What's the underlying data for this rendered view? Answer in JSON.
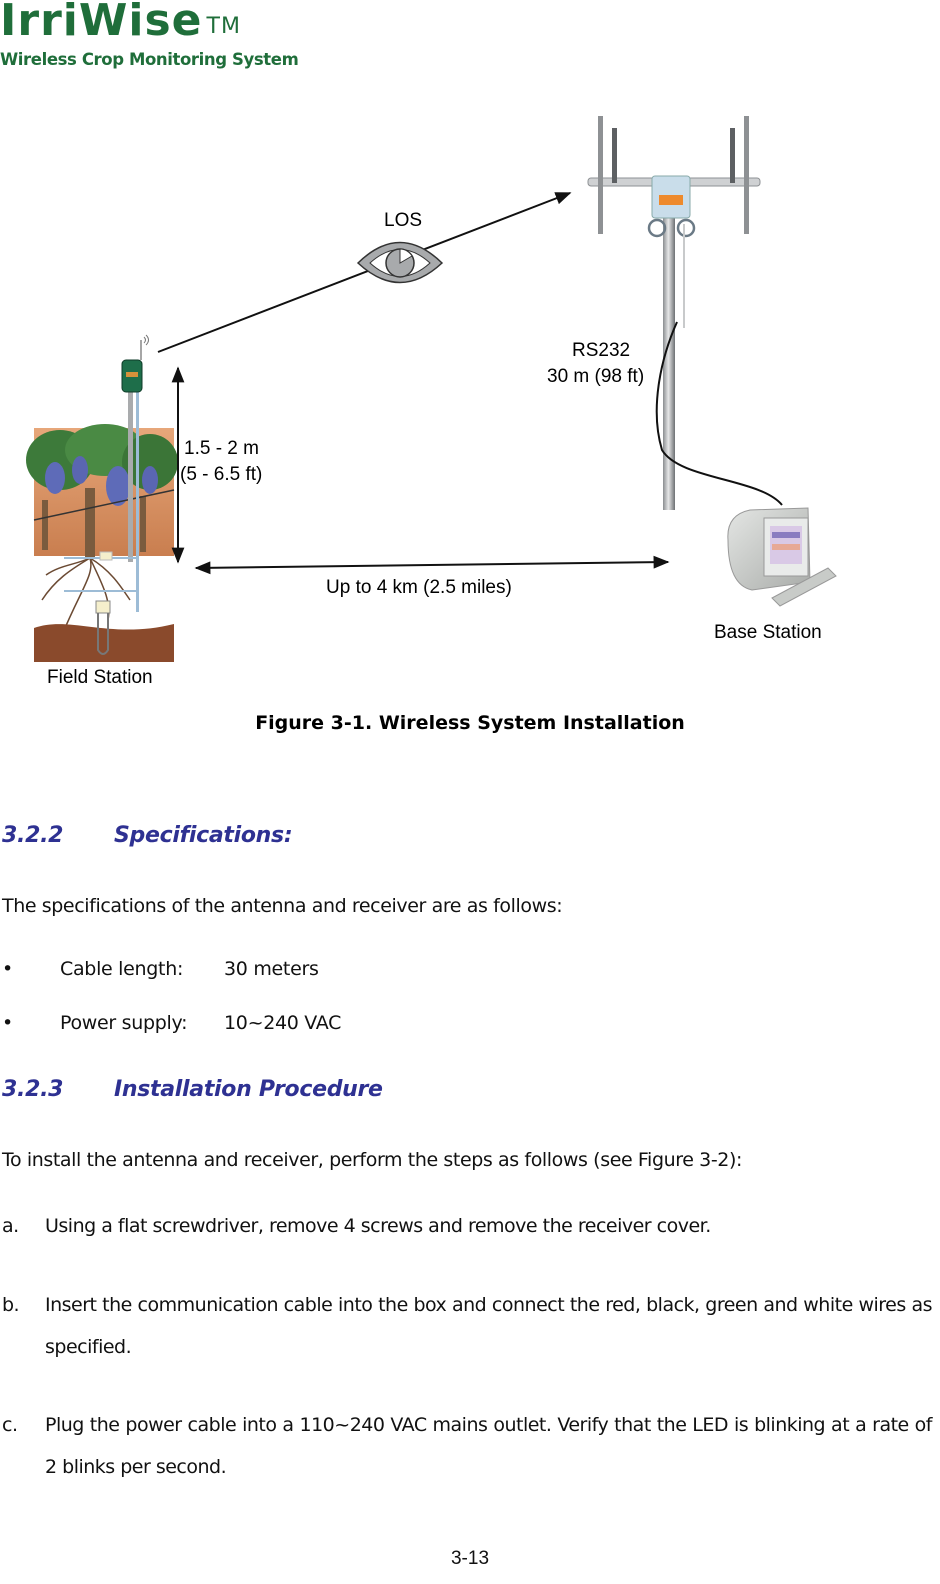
{
  "header": {
    "logo_title": "IrriWise",
    "logo_tm": "TM",
    "logo_subtitle": "Wireless Crop Monitoring System",
    "brand_color": "#1f6e3a"
  },
  "figure": {
    "labels": {
      "los": "LOS",
      "rs232": "RS232",
      "cable_length": "30 m  (98 ft)",
      "height_m": "1.5 - 2 m",
      "height_ft": "(5 - 6.5 ft)",
      "distance": "Up to 4 km  (2.5 miles)",
      "base_station": "Base Station",
      "field_station": "Field Station"
    },
    "caption": "Figure 3-1.  Wireless System Installation"
  },
  "section_322": {
    "number": "3.2.2",
    "title": "Specifications:",
    "intro": "The specifications of the antenna and receiver are as follows:",
    "bullet_glyph": "•",
    "specs": [
      {
        "label": "Cable length:",
        "value": "30 meters"
      },
      {
        "label": "Power supply:",
        "value": "10~240 VAC"
      }
    ]
  },
  "section_323": {
    "number": "3.2.3",
    "title": "Installation Procedure",
    "intro": "To install the antenna and receiver, perform the steps as follows (see Figure 3-2):",
    "steps": [
      {
        "marker": "a.",
        "text": "Using a flat screwdriver, remove 4 screws and remove the receiver cover."
      },
      {
        "marker": "b.",
        "text": "Insert the communication cable into the box and connect the red, black, green and white wires as specified."
      },
      {
        "marker": "c.",
        "text": "Plug the power cable into a 110~240 VAC mains outlet. Verify that the LED is blinking at a rate of 2 blinks per second."
      }
    ]
  },
  "footer": {
    "page_number": "3-13"
  },
  "colors": {
    "heading": "#2e3192",
    "text": "#111111"
  }
}
